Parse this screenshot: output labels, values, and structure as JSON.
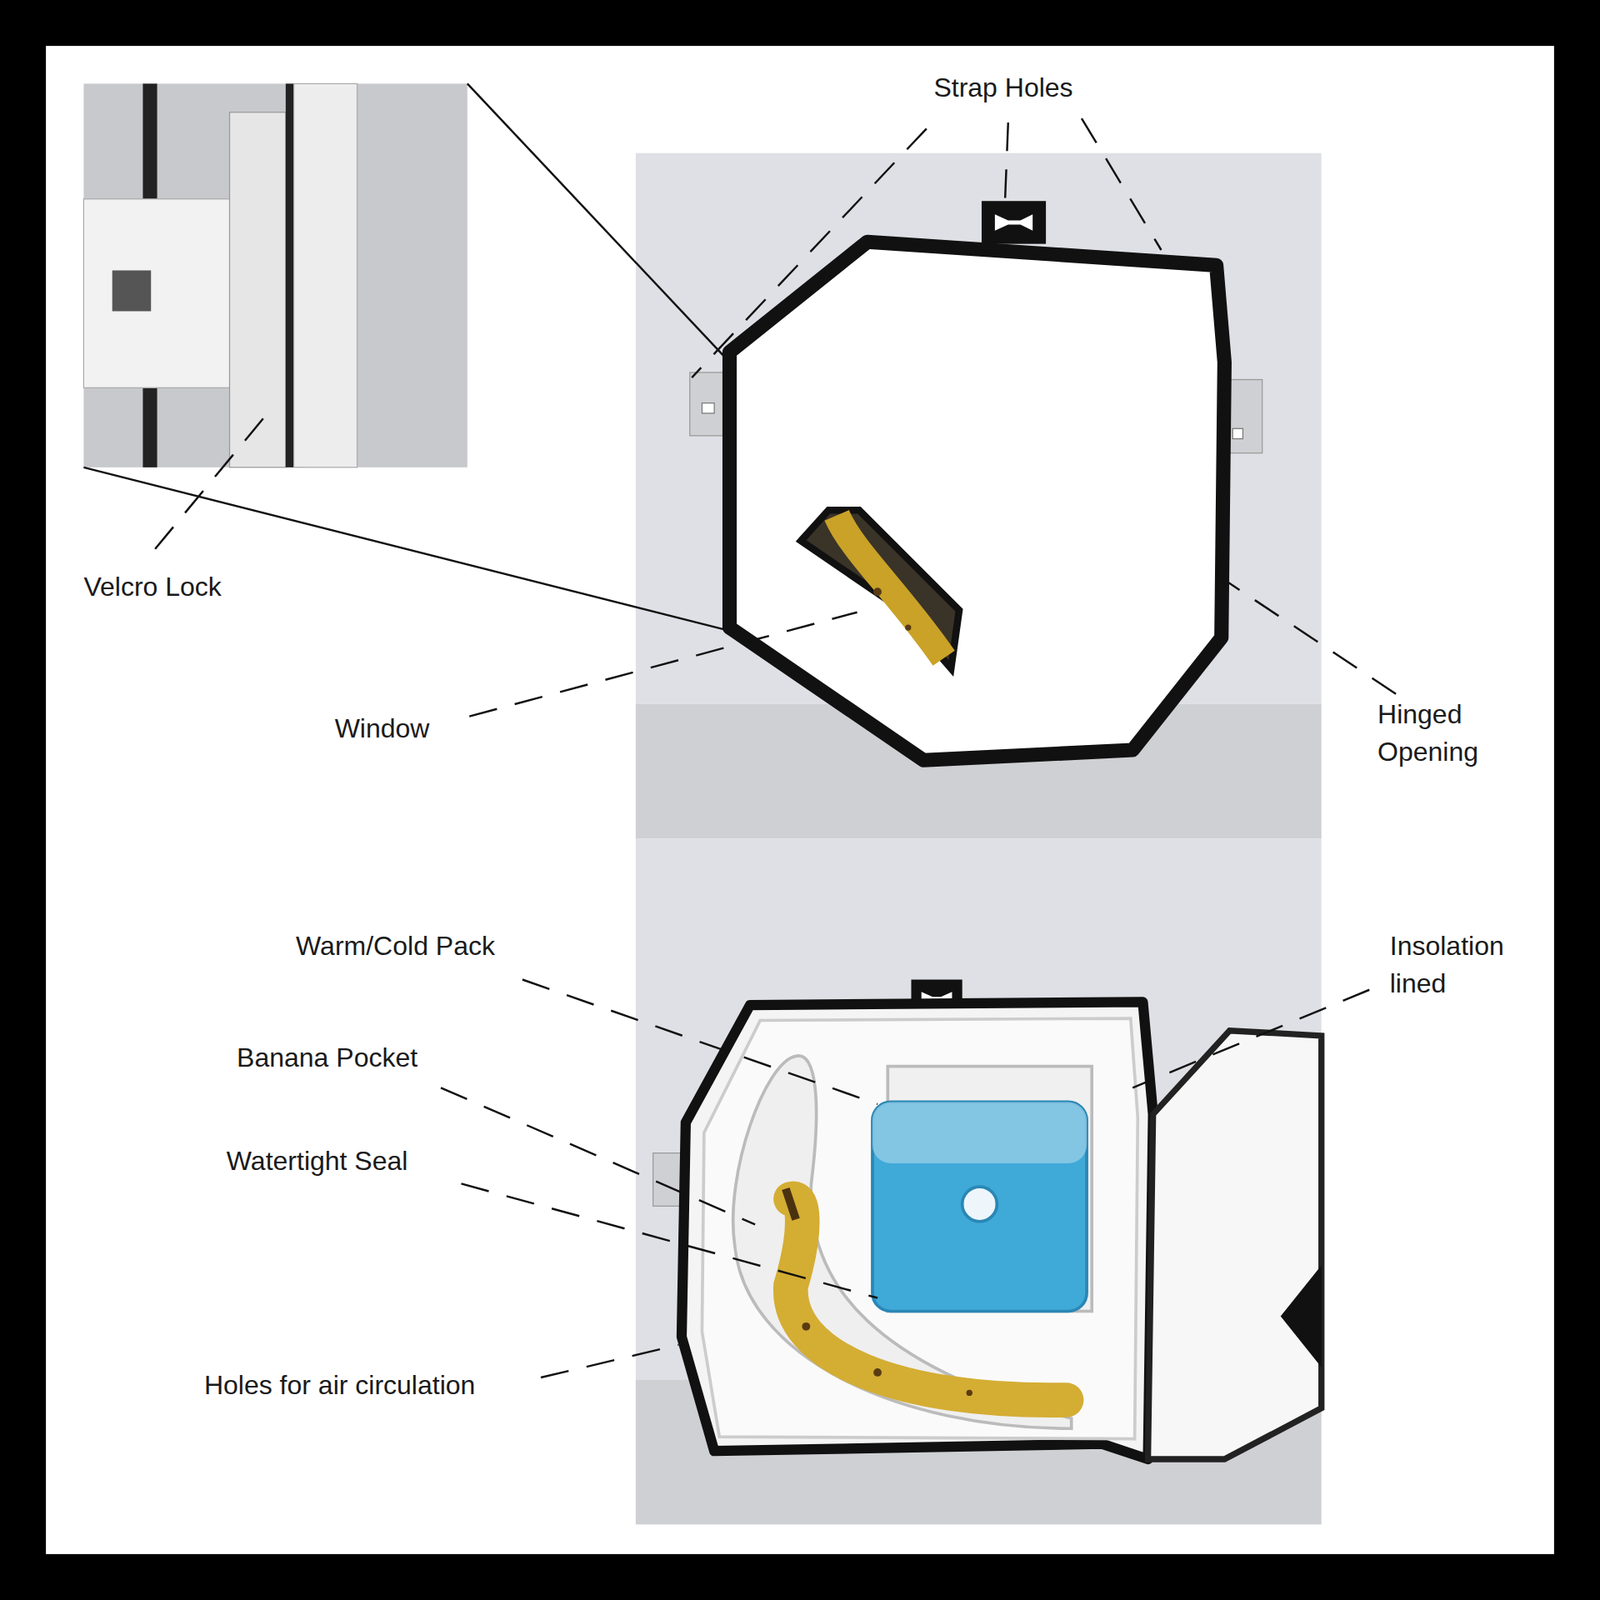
{
  "diagram": {
    "labels": [
      "Strap Holes",
      "Velcro Lock",
      "Window",
      "Hinged Opening",
      "Warm/Cold Pack",
      "Insolation lined",
      "Banana Pocket",
      "Watertight Seal",
      "Holes for air circulation"
    ]
  }
}
